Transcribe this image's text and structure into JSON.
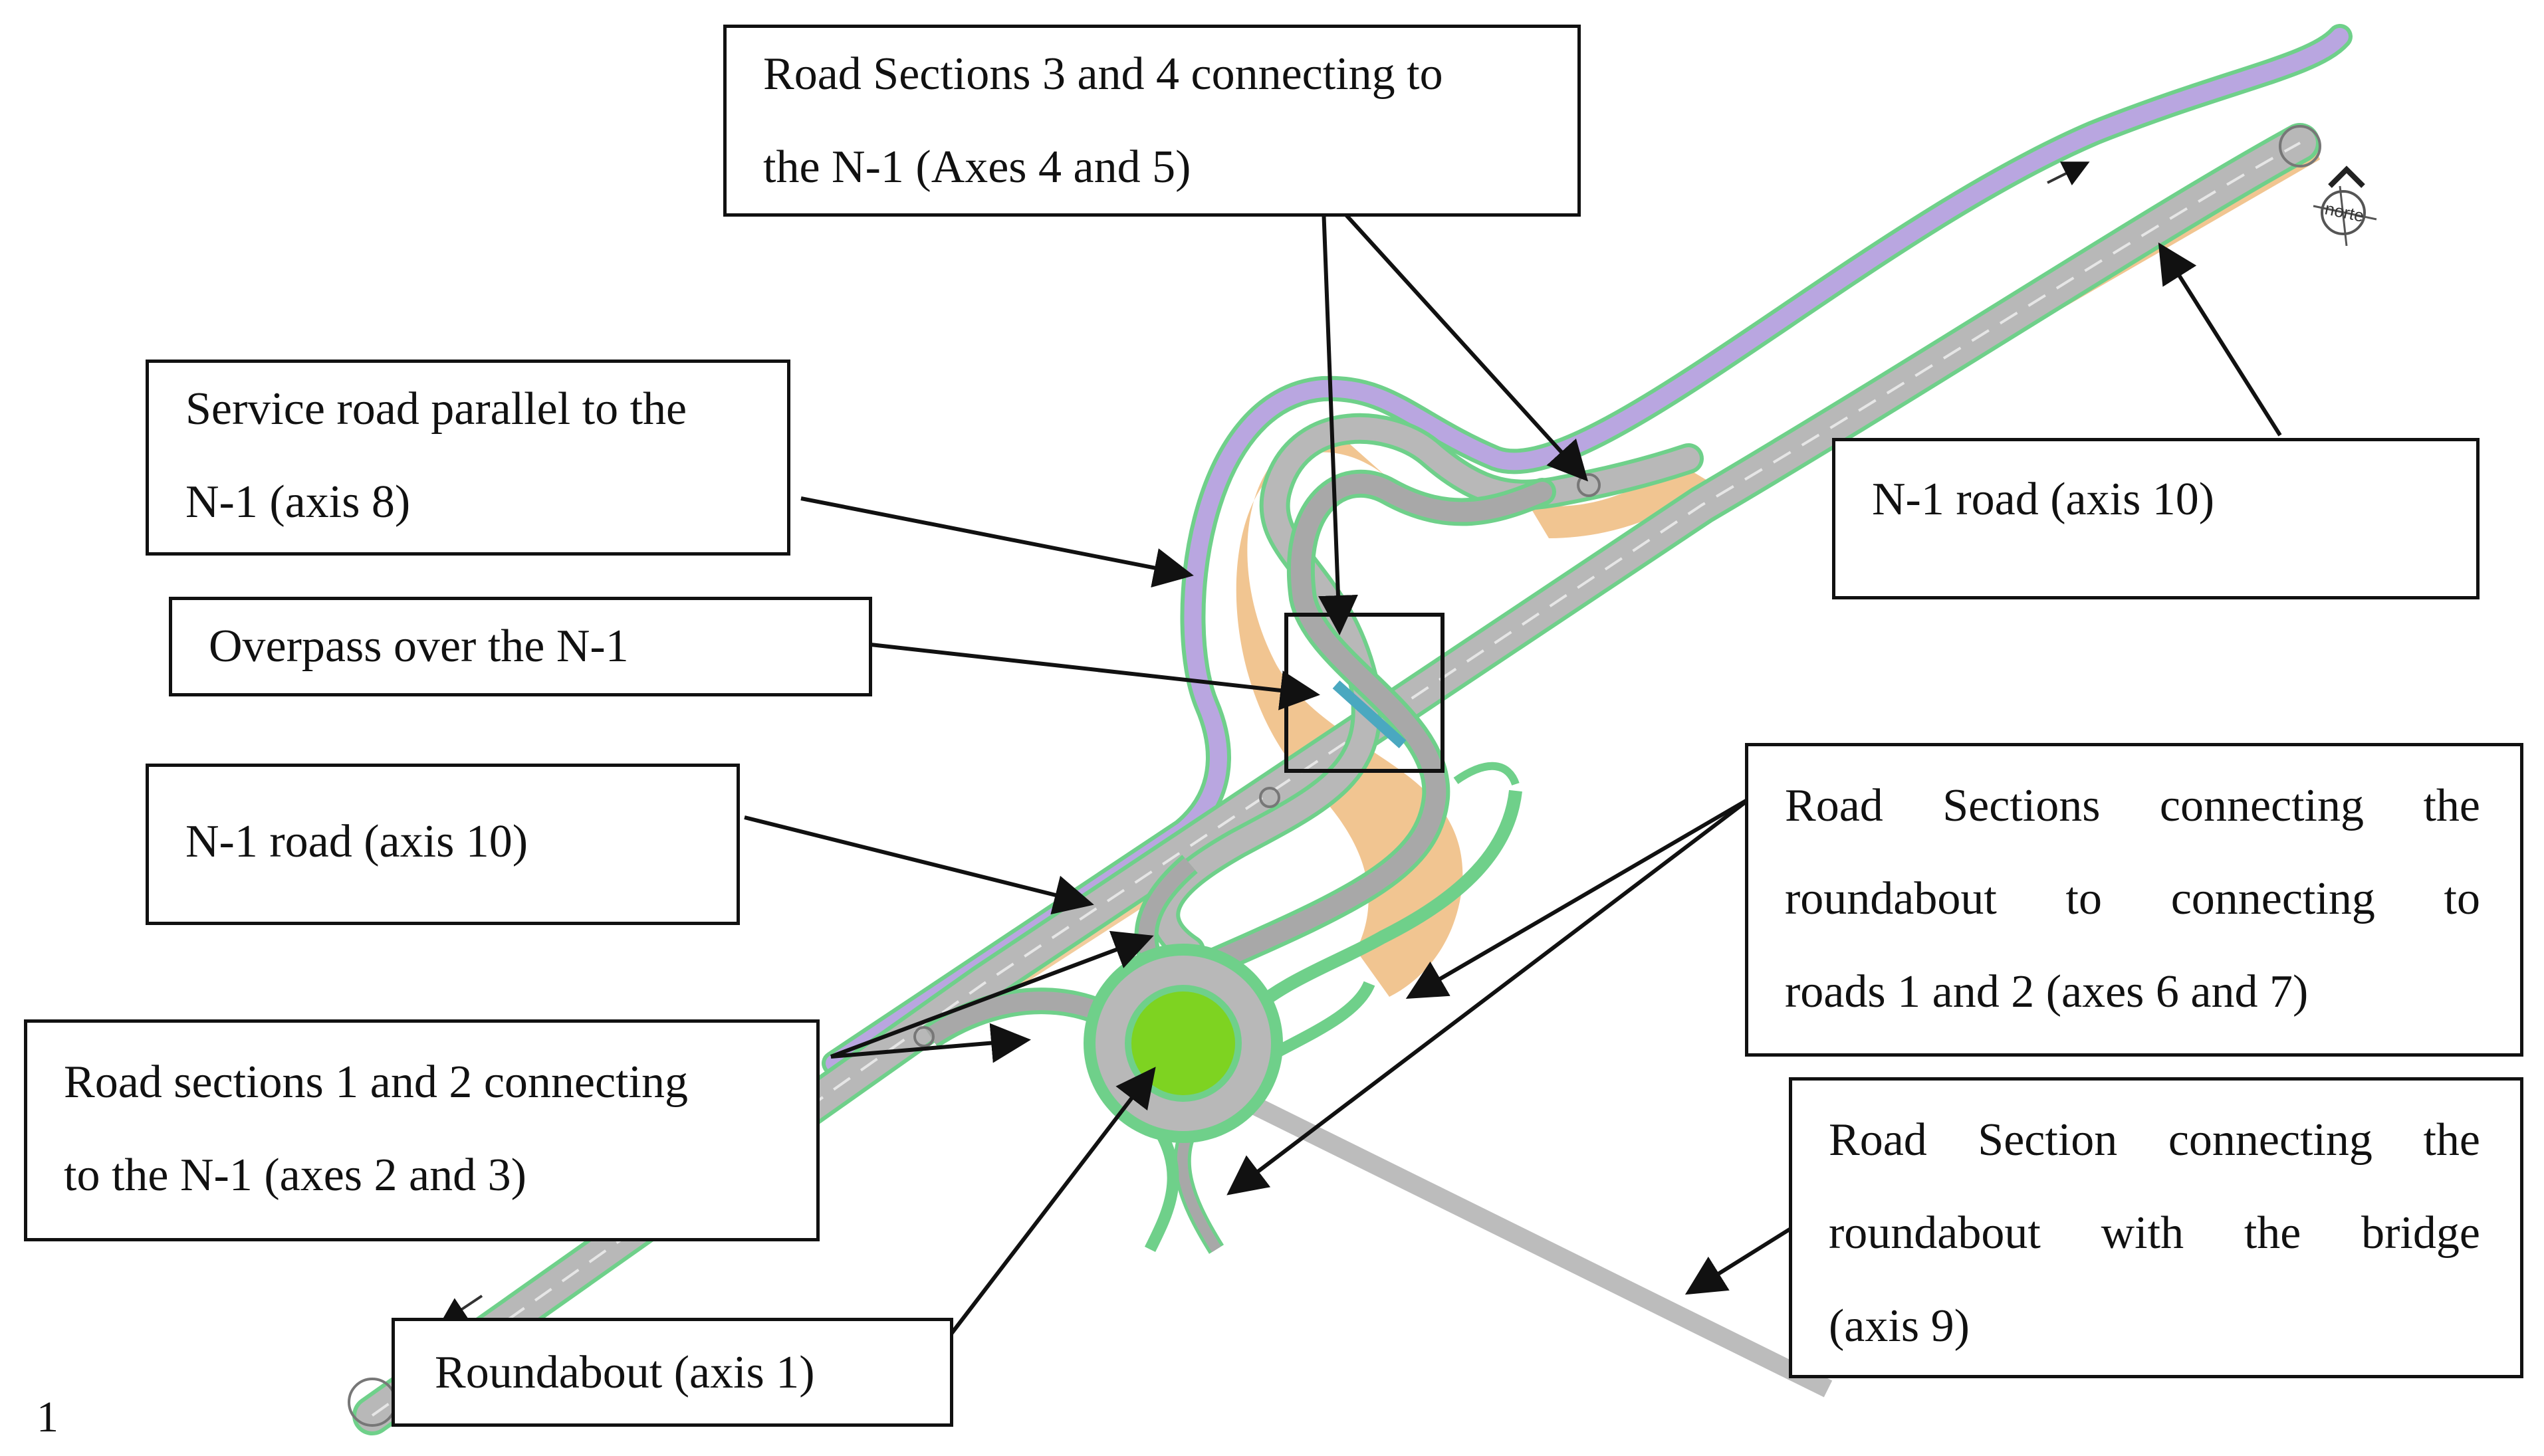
{
  "labels": {
    "road_sections_3_4": [
      "Road Sections 3 and 4 connecting to",
      "the N-1 (Axes 4 and 5)"
    ],
    "service_road": [
      "Service road parallel to the",
      "N-1 (axis 8)"
    ],
    "overpass": "Overpass over the N-1",
    "n1_road_left": "N-1 road (axis 10)",
    "n1_road_right": "N-1 road (axis 10)",
    "road_sections_1_2": [
      "Road sections 1 and 2 connecting",
      "to the N-1 (axes 2 and 3)"
    ],
    "roundabout": "Roundabout (axis 1)",
    "road_sections_6_7": [
      "Road Sections connecting the",
      "roundabout to connecting to",
      "roads 1 and 2 (axes 6 and 7)"
    ],
    "bridge_section": [
      "Road Section connecting the",
      "roundabout with the bridge",
      "(axis 9)"
    ]
  },
  "north_label": "norte",
  "page_number": "1",
  "colors": {
    "road": "#b8b8b8",
    "service_road": "#b9a6e0",
    "embankment": "#efbf85",
    "roundabout_island": "#7ed321",
    "verge": "#6fd08a",
    "outline": "#111111"
  }
}
